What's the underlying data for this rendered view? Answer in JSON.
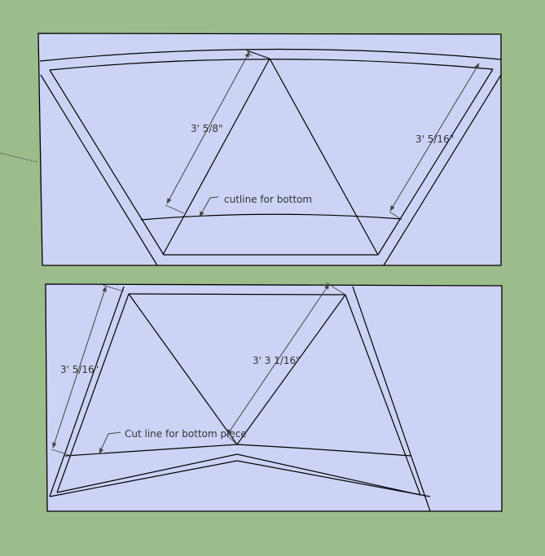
{
  "colors": {
    "background": "#9bbd8c",
    "panel_fill": "#cdd3f5",
    "line": "#000000",
    "text": "#333333"
  },
  "top_panel": {
    "dimension_left": "3' 5/8\"",
    "dimension_right": "3' 5/16\"",
    "note": "cutline for bottom"
  },
  "bottom_panel": {
    "dimension_left": "3' 5/16\"",
    "dimension_center": "3' 3 1/16\"",
    "note": "Cut line for bottom piece"
  }
}
